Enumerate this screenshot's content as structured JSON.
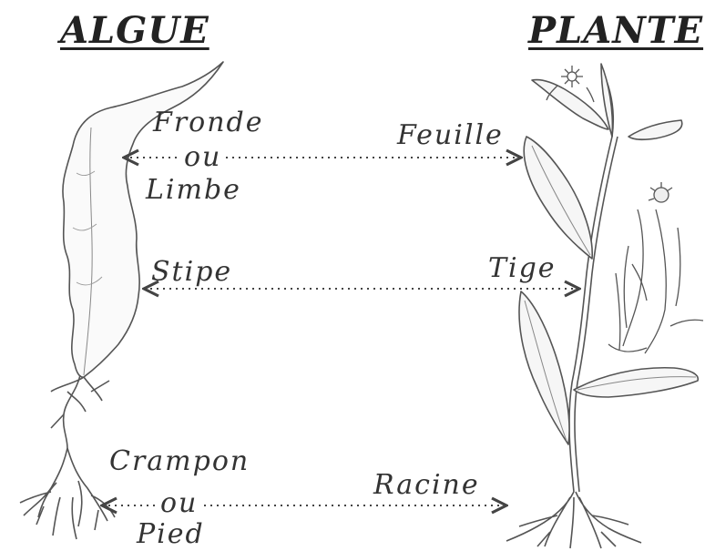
{
  "titles": {
    "left": "ALGUE",
    "right": "PLANTE"
  },
  "labels": {
    "fronde": "Fronde",
    "fronde_ou": "ou",
    "limbe": "Limbe",
    "feuille": "Feuille",
    "stipe": "Stipe",
    "tige": "Tige",
    "crampon": "Crampon",
    "crampon_ou": "ou",
    "pied": "Pied",
    "racine": "Racine"
  },
  "colors": {
    "ink": "#333333",
    "line": "#555555"
  }
}
